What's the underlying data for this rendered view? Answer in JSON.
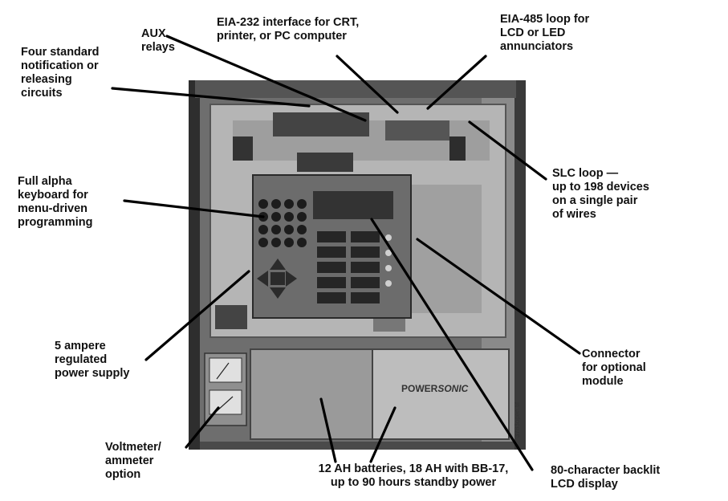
{
  "labels": {
    "notification": [
      "Four standard",
      "notification or",
      "releasing",
      "circuits"
    ],
    "aux": [
      "AUX",
      "relays"
    ],
    "eia232": [
      "EIA-232 interface for CRT,",
      "printer, or PC computer"
    ],
    "eia485": [
      "EIA-485 loop for",
      "LCD or LED",
      "annunciators"
    ],
    "slc": [
      "SLC loop —",
      "up to 198 devices",
      "on a single pair",
      "of wires"
    ],
    "keyboard": [
      "Full alpha",
      "keyboard for",
      "menu-driven",
      "programming"
    ],
    "power": [
      "5 ampere",
      "regulated",
      "power supply"
    ],
    "connector": [
      "Connector",
      "for optional",
      "module"
    ],
    "voltmeter": [
      "Voltmeter/",
      "ammeter",
      "option"
    ],
    "batteries": [
      "12 AH batteries, 18 AH with BB-17,",
      "up to 90 hours standby power"
    ],
    "lcd": [
      "80-character backlit",
      "LCD display"
    ]
  },
  "image_ref": "3783open.tif",
  "battery_brand": "POWER",
  "battery_brand2": "SONIC",
  "colors": {
    "text": "#111111",
    "leader": "#000000",
    "cabinet": "#5a5a5a",
    "board": "#bdbdbd"
  }
}
